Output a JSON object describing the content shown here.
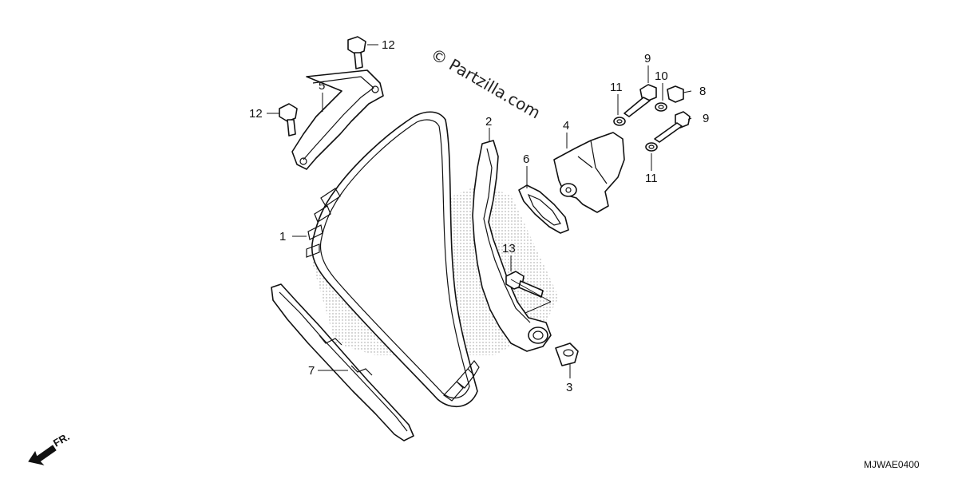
{
  "watermark": "© Partzilla.com",
  "diagram_code": "MJWAE0400",
  "direction_label": "FR.",
  "callouts": {
    "p1": "1",
    "p2": "2",
    "p3": "3",
    "p4": "4",
    "p5": "5",
    "p6": "6",
    "p7": "7",
    "p8": "8",
    "p9a": "9",
    "p9b": "9",
    "p10": "10",
    "p11a": "11",
    "p11b": "11",
    "p12a": "12",
    "p12b": "12",
    "p13": "13"
  },
  "colors": {
    "ink": "#111111",
    "background": "#ffffff",
    "shading": "#9a9a9a"
  }
}
